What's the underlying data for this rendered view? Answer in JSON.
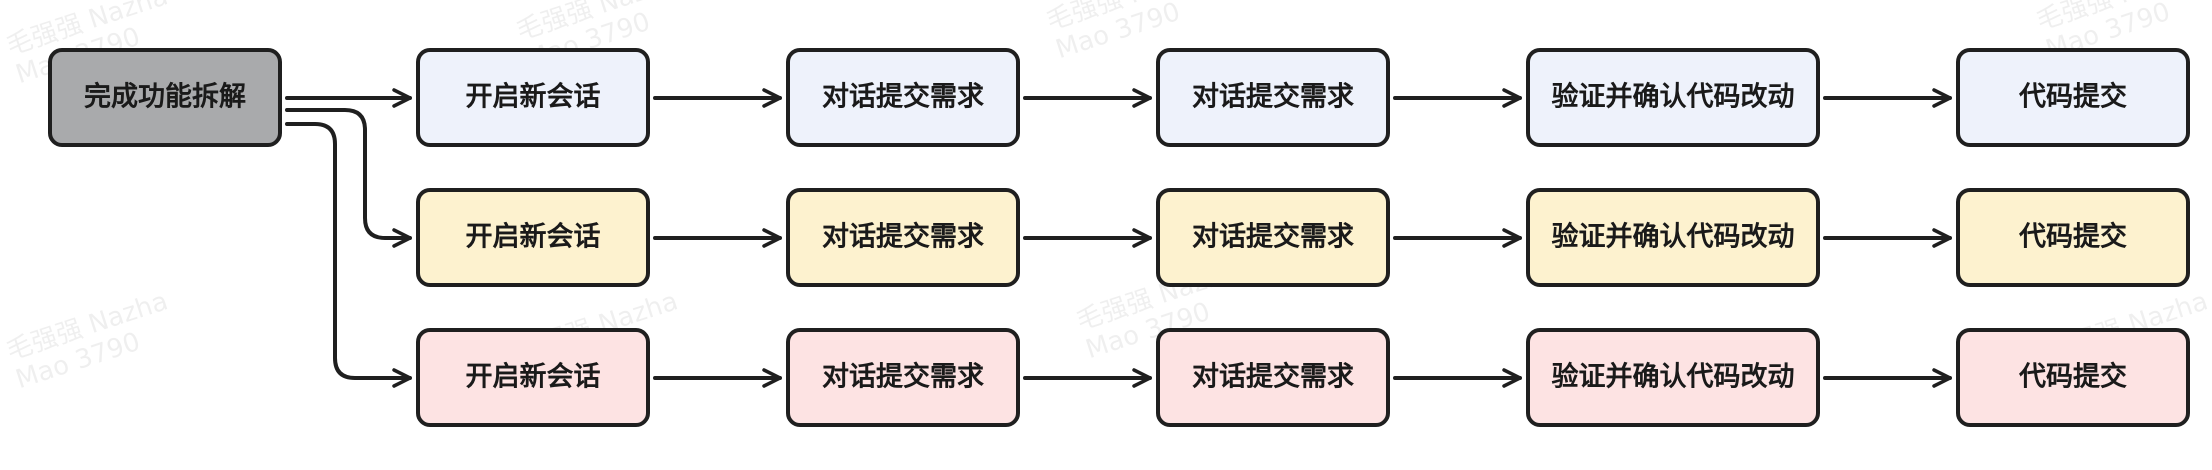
{
  "root": {
    "label": "完成功能拆解",
    "fill": "#a9aaac"
  },
  "rows": [
    {
      "fill": "#eef2fb",
      "steps": [
        "开启新会话",
        "对话提交需求",
        "对话提交需求",
        "验证并确认代码改动",
        "代码提交"
      ]
    },
    {
      "fill": "#fdf2cf",
      "steps": [
        "开启新会话",
        "对话提交需求",
        "对话提交需求",
        "验证并确认代码改动",
        "代码提交"
      ]
    },
    {
      "fill": "#fde3e3",
      "steps": [
        "开启新会话",
        "对话提交需求",
        "对话提交需求",
        "验证并确认代码改动",
        "代码提交"
      ]
    }
  ],
  "watermark": {
    "line1": "毛强强 Nazha",
    "line2": "Mao 3790"
  },
  "colors": {
    "stroke": "#1f1f1f",
    "text": "#1a1a1a"
  }
}
